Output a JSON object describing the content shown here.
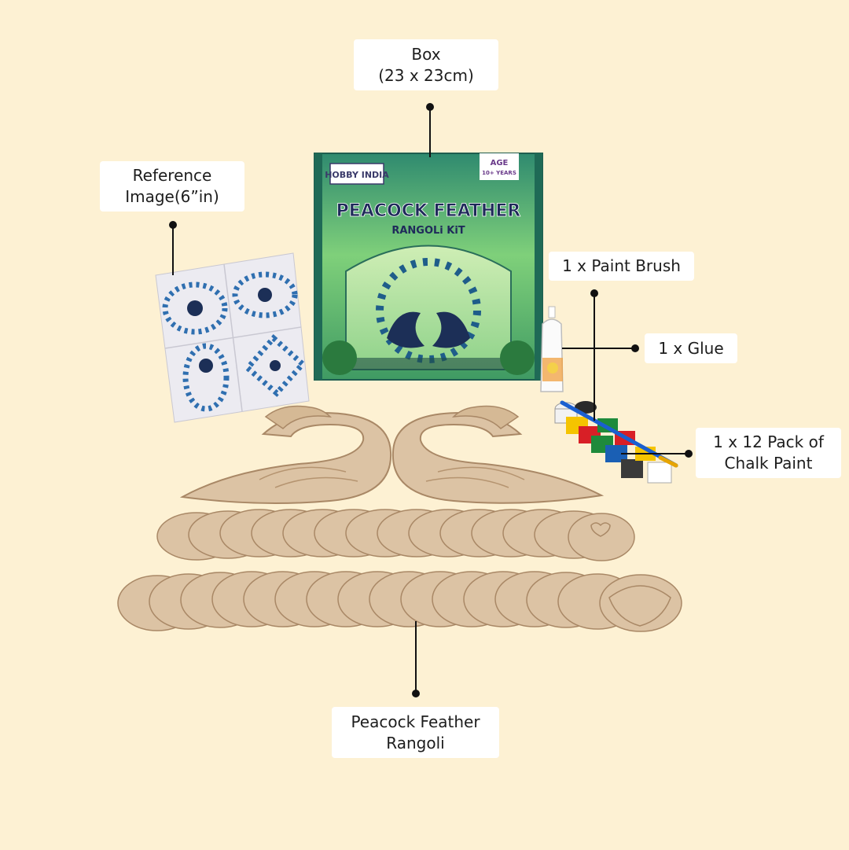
{
  "labels": {
    "box": {
      "line1": "Box",
      "line2": "(23 x 23cm)"
    },
    "reference": {
      "line1": "Reference",
      "line2": "Image(6”in)"
    },
    "paint_brush": {
      "line1": "1 x Paint Brush"
    },
    "glue": {
      "line1": "1 x Glue"
    },
    "chalk_paint": {
      "line1": "1 x 12 Pack of",
      "line2": "Chalk Paint"
    },
    "rangoli": {
      "line1": "Peacock Feather",
      "line2": "Rangoli"
    }
  },
  "product_box": {
    "brand": "HOBBY INDIA",
    "age_title": "AGE",
    "age_value": "10+ YEARS",
    "title": "PEACOCK FEATHER",
    "subtitle": "RANGOLi KiT"
  },
  "colors": {
    "background": "#fdf1d3",
    "label_bg": "#ffffff",
    "pointer": "#111111",
    "mdf": "#dcc3a4",
    "mdf_edge": "#a98866"
  },
  "paint_colors": [
    "#f2f2f2",
    "#f5c400",
    "#d81f26",
    "#1e8a3b",
    "#1a5fb4",
    "#3a3a3a",
    "#ffffff",
    "#e36b10",
    "#7a2e9b"
  ]
}
